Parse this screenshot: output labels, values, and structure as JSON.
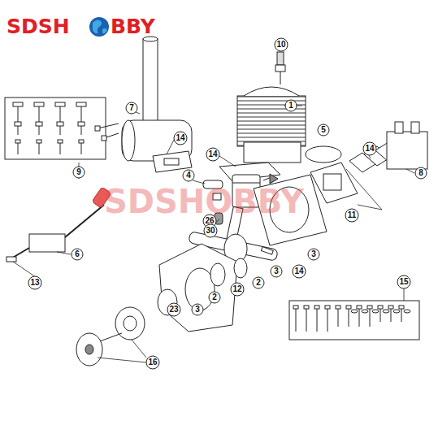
{
  "diagram": {
    "labels": [
      "SDSH",
      "BBY",
      "SDSHOBBY",
      "10",
      "1",
      "7",
      "14",
      "5",
      "14",
      "14",
      "8",
      "9",
      "4",
      "11",
      "26",
      "30",
      "6",
      "3",
      "14",
      "3",
      "2",
      "12",
      "13",
      "2",
      "3",
      "23",
      "15",
      "16"
    ]
  }
}
